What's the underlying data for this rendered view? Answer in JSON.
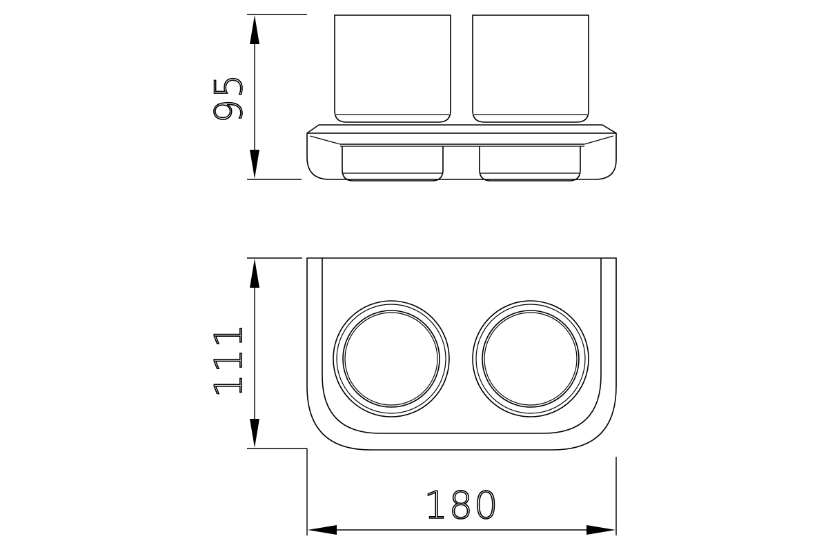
{
  "dimensions": {
    "height": "95",
    "depth": "111",
    "width": "180"
  }
}
